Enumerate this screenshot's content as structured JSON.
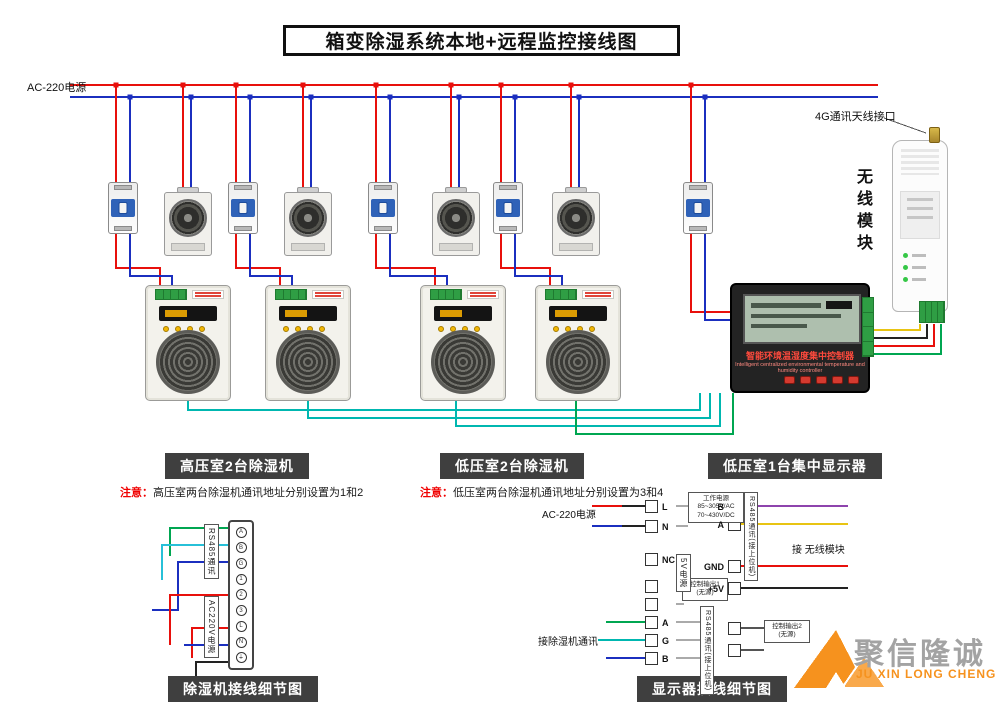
{
  "title": "箱变除湿系统本地+远程监控接线图",
  "power_label": "AC-220电源",
  "wireless": {
    "antenna_label": "4G通讯天线接口",
    "module_label": "无线模块"
  },
  "controller": {
    "title": "智能环境温湿度集中控制器",
    "subtitle": "Intelligent centralized environmental temperature and humidity controller"
  },
  "sections": {
    "hv": "高压室2台除湿机",
    "lv": "低压室2台除湿机",
    "display": "低压室1台集中显示器",
    "dehum_detail": "除湿机接线细节图",
    "display_detail": "显示器接线细节图"
  },
  "notes": {
    "prefix": "注意：",
    "hv": "高压室两台除湿机通讯地址分别设置为1和2",
    "lv": "低压室两台除湿机通讯地址分别设置为3和4"
  },
  "dehum_detail": {
    "label_comm": "RS485通讯",
    "label_power": "AC220V电源",
    "terminals": [
      "A",
      "B",
      "G",
      "1",
      "2",
      "3",
      "L",
      "N",
      "⏚"
    ]
  },
  "display_detail": {
    "lbl_l": "L",
    "lbl_n": "N",
    "lbl_nc": "NC",
    "lbl_a": "A",
    "lbl_g": "G",
    "lbl_b": "B",
    "r_b": "B",
    "r_a": "A",
    "r_gnd": "GND",
    "r_5v": "+5V",
    "work_power_1": "工作电源",
    "work_power_2": "85~305V/AC",
    "work_power_3": "70~430V/DC",
    "ac_label": "AC-220电源",
    "ctrl_out1_1": "控制输出1",
    "ctrl_out1_2": "(无源)",
    "rs485": "RS485通讯(接上位机)",
    "v5": "5V电源",
    "dehum_comm": "接除湿机通讯",
    "module_link": "接 无线模块",
    "ctrl_out2_1": "控制输出2",
    "ctrl_out2_2": "(无源)"
  },
  "logo": {
    "cn": "聚信隆诚",
    "en": "JU XIN LONG CHENG"
  }
}
